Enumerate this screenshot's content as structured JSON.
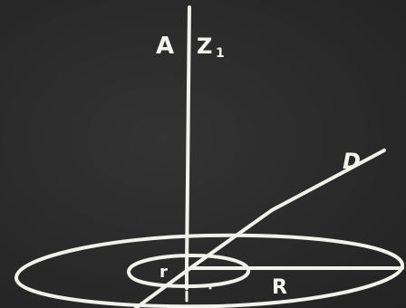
{
  "labels": {
    "axis_left": "A",
    "axis_right": "Z",
    "axis_right_subscript": "1",
    "line_end": "D",
    "inner_radius": "r",
    "outer_radius": "R"
  },
  "colors": {
    "board": "#2b2b2b",
    "chalk": "#f2f2ec"
  }
}
